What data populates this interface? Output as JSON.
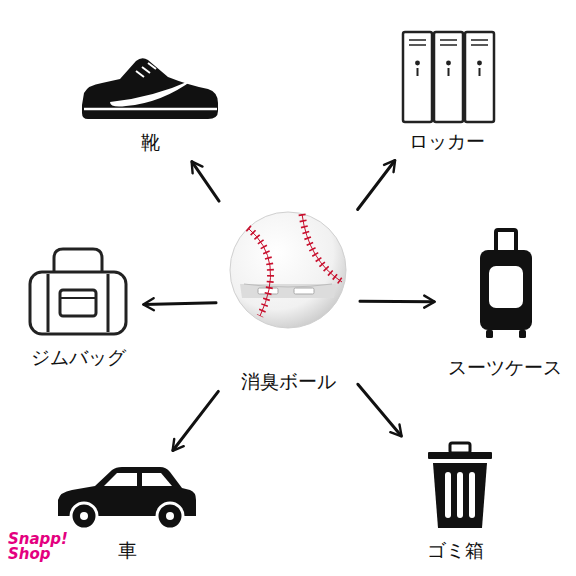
{
  "diagram": {
    "nodes": [
      {
        "text": [
          "靴"
        ]
      },
      {
        "text": [
          "ロッカー"
        ]
      },
      {
        "text": [
          "ジムバッグ"
        ]
      },
      {
        "text": [
          "消臭ボール"
        ]
      },
      {
        "text": [
          "スーツケース"
        ]
      },
      {
        "text": [
          "車"
        ]
      },
      {
        "text": [
          "ゴミ箱"
        ]
      }
    ],
    "edges": [
      {
        "from": 3,
        "to": 0,
        "arrow": "to"
      },
      {
        "from": 3,
        "to": 1,
        "arrow": "to"
      },
      {
        "from": 3,
        "to": 2,
        "arrow": "to"
      },
      {
        "from": 3,
        "to": 4,
        "arrow": "to"
      },
      {
        "from": 3,
        "to": 5,
        "arrow": "to"
      },
      {
        "from": 3,
        "to": 6,
        "arrow": "to"
      }
    ],
    "labels": [
      "Snapp! Shop"
    ]
  }
}
